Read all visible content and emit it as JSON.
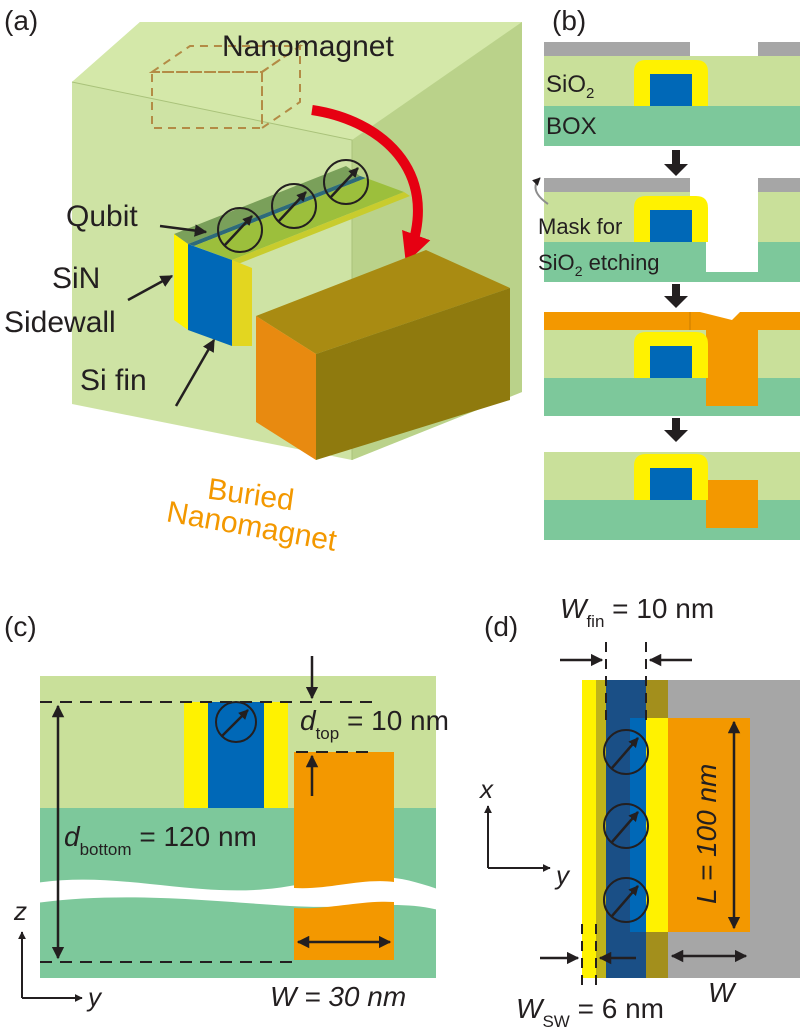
{
  "colors": {
    "oxide_green": "#c9e09a",
    "box_green": "#7dc89b",
    "nanomagnet_orange": "#f39800",
    "sidewall_yellow": "#fff200",
    "fin_blue": "#0068b7",
    "mask_gray": "#a6a6a6",
    "arrow_red": "#e60012",
    "dashed_outline": "#b38b45"
  },
  "panel_a": {
    "tag": "(a)",
    "nanomagnet_label": "Nanomagnet",
    "qubit_label": "Qubit",
    "sidewall_label_line1": "SiN",
    "sidewall_label_line2": "Sidewall",
    "fin_label": "Si fin",
    "buried_label_line1": "Buried",
    "buried_label_line2": "Nanomagnet"
  },
  "panel_b": {
    "tag": "(b)",
    "sio2_label": "SiO",
    "sio2_sub": "2",
    "box_label": "BOX",
    "mask_label": "Mask for",
    "etch_label_main": "SiO",
    "etch_label_sub": "2",
    "etch_label_suffix": " etching"
  },
  "panel_c": {
    "tag": "(c)",
    "d_top_sym": "d",
    "d_top_sub": "top",
    "d_top_val": " = 10 nm",
    "d_bottom_sym": "d",
    "d_bottom_sub": "bottom",
    "d_bottom_val": " = 120 nm",
    "w_label": "W = 30 nm",
    "axis_z": "z",
    "axis_y": "y"
  },
  "panel_d": {
    "tag": "(d)",
    "w_fin_sym": "W",
    "w_fin_sub": "fin",
    "w_fin_val": " = 10 nm",
    "w_sw_sym": "W",
    "w_sw_sub": "SW",
    "w_sw_val": " = 6 nm",
    "l_label": "L = 100 nm",
    "w_label": "W",
    "axis_x": "x",
    "axis_y": "y"
  }
}
